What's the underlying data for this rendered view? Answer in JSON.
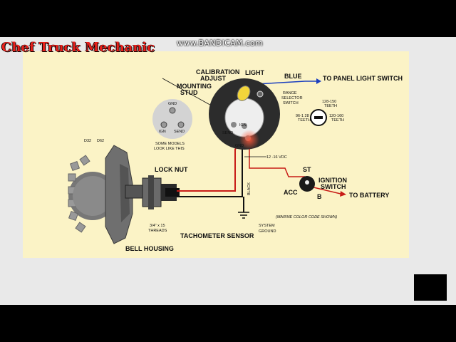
{
  "overlay": {
    "channel_name": "Chef Truck Mechanic",
    "recorder_watermark": "www.BANDICAM.com"
  },
  "diagram": {
    "labels": {
      "calibration": [
        "CALIBRATION",
        "ADJUST"
      ],
      "light": "LIGHT",
      "mounting": [
        "MOUNTING",
        "STUD"
      ],
      "blue": "BLUE",
      "panel": "TO PANEL LIGHT SWITCH",
      "range": [
        "RANGE",
        "SELECTOR",
        "SWITCH"
      ],
      "r1": [
        "128-150",
        "TEETH"
      ],
      "r2": [
        "96-1 28",
        "TEETH"
      ],
      "r3": [
        "120-160",
        "TEETH"
      ],
      "gnd": "GND",
      "ign": "IGN",
      "send": "SEND",
      "models": [
        "SOME MODELS",
        "LOOK LIKE THIS"
      ],
      "vdc": "12 -16 VDC",
      "d1": "D32",
      "d2": "D62",
      "lock_nut": "LOCK NUT",
      "st": "ST",
      "ignition": [
        "IGNITION",
        "SWITCH"
      ],
      "acc": "ACC",
      "b": "B",
      "battery": "TO BATTERY",
      "black": "BLACK",
      "marine": "(MARINE COLOR CODE SHOWN)",
      "sysground": [
        "SYSTEM",
        "GROUND"
      ],
      "threads": [
        "3/4\" x 15",
        "THREADS"
      ],
      "tach_sensor": "TACHOMETER SENSOR",
      "bell": "BELL HOUSING"
    }
  }
}
